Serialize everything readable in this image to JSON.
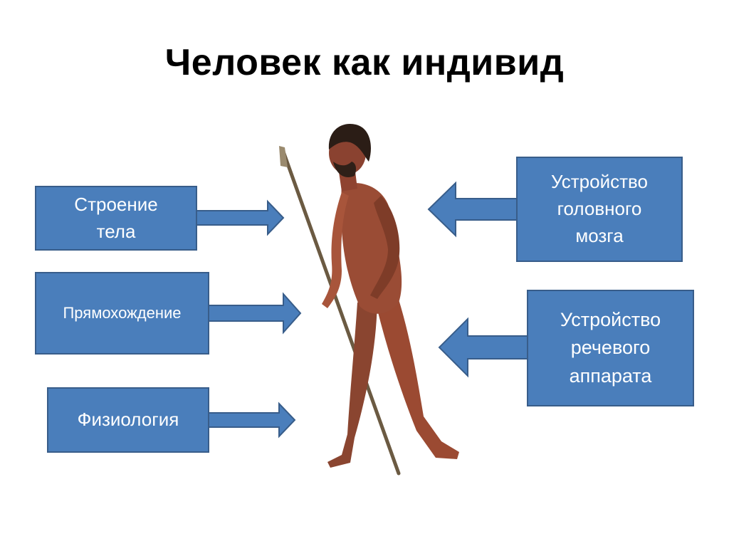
{
  "title": "Человек как индивид",
  "left_boxes": [
    {
      "label": "Строение\nтела"
    },
    {
      "label": "Прямохождение"
    },
    {
      "label": "Физиология"
    }
  ],
  "right_boxes": [
    {
      "label": "Устройство\nголовного\nмозга"
    },
    {
      "label": "Устройство\nречевого\nаппарата"
    }
  ],
  "colors": {
    "box_fill": "#4a7ebb",
    "box_border": "#385d8a",
    "text": "#ffffff"
  },
  "image": {
    "subject": "early-human-with-spear"
  }
}
